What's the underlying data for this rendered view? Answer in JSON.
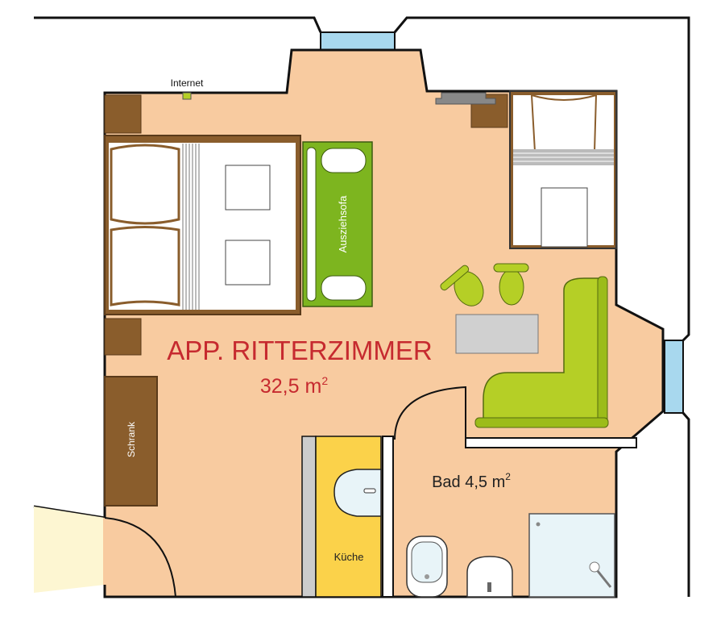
{
  "room": {
    "name": "APP. RITTERZIMMER",
    "area": "32,5 m",
    "area_sup": "2"
  },
  "bath": {
    "name": "Bad 4,5 m",
    "area_sup": "2"
  },
  "labels": {
    "internet": "Internet",
    "sofa": "Ausziehsofa",
    "wardrobe": "Schrank",
    "kitchen": "Küche"
  },
  "colors": {
    "floor": "#f8cba0",
    "wood": "#8a5d2c",
    "green": "#7db51f",
    "lime": "#b5cf26",
    "window": "#a8d8ee",
    "title": "#c62a2f",
    "kitchen": "#fbd24a"
  }
}
